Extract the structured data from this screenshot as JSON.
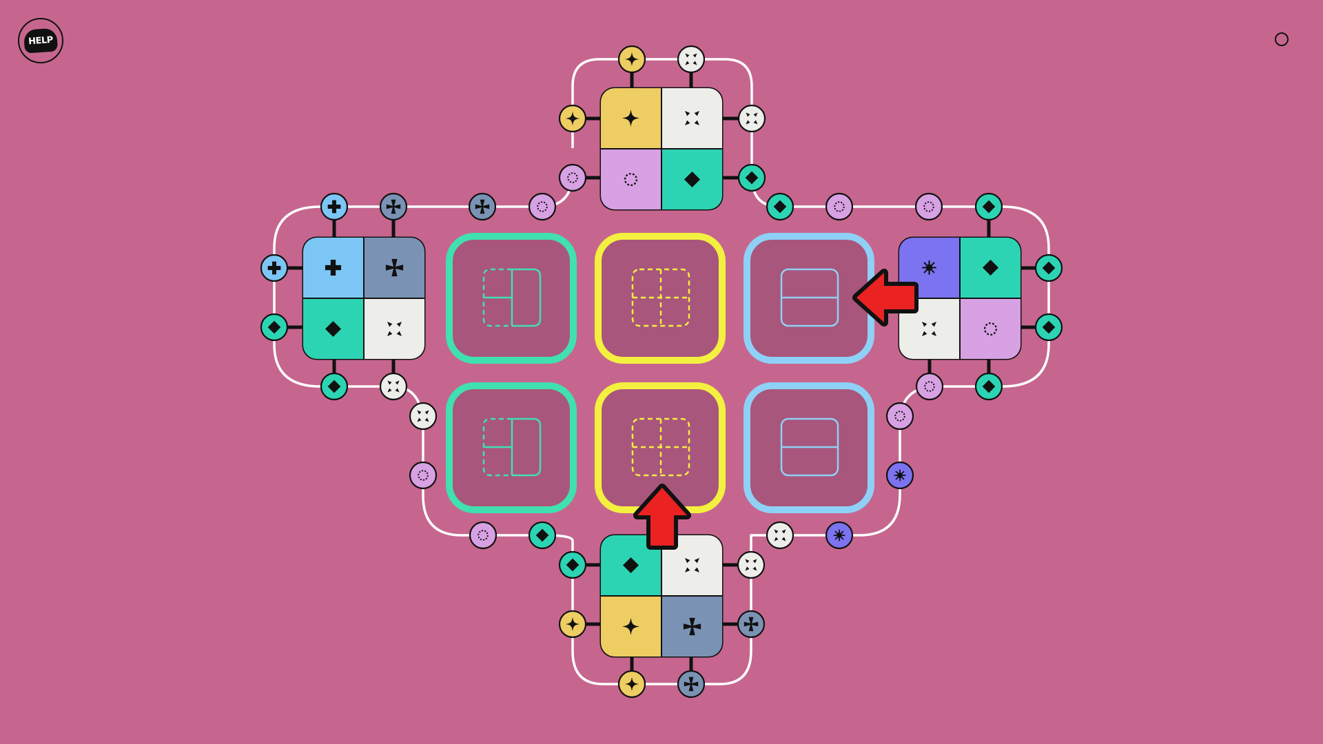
{
  "help_button": {
    "label": "HELP"
  },
  "colors": {
    "background": "#c6668e",
    "slot_fill": "#a9567c",
    "track": "#ffffff",
    "yellow": "#eecd63",
    "white": "#ededea",
    "lilac": "#d7a1e3",
    "teal": "#2cd4b3",
    "sky": "#7cc6f5",
    "steel": "#7a93b5",
    "violet": "#7b73f0",
    "arrow": "#ea2222",
    "frame_green": "#40e0b0",
    "frame_yellow": "#f4f040",
    "frame_blue": "#8fd0f6"
  },
  "symbols": {
    "sparkle": "four-point-star",
    "arrows": "inward-arrows",
    "ring": "dotted-circle",
    "diamond": "diamond",
    "plus": "bold-cross",
    "cross": "iron-cross",
    "burst": "starburst"
  },
  "pieces": [
    {
      "id": "top",
      "cells": [
        [
          "yellow",
          "sparkle"
        ],
        [
          "white",
          "arrows"
        ],
        [
          "lilac",
          "ring"
        ],
        [
          "teal",
          "diamond"
        ]
      ]
    },
    {
      "id": "left",
      "cells": [
        [
          "sky",
          "plus"
        ],
        [
          "steel",
          "cross"
        ],
        [
          "teal",
          "diamond"
        ],
        [
          "white",
          "arrows"
        ]
      ]
    },
    {
      "id": "right",
      "cells": [
        [
          "violet",
          "burst"
        ],
        [
          "teal",
          "diamond"
        ],
        [
          "white",
          "arrows"
        ],
        [
          "lilac",
          "ring"
        ]
      ]
    },
    {
      "id": "bottom",
      "cells": [
        [
          "teal",
          "diamond"
        ],
        [
          "white",
          "arrows"
        ],
        [
          "yellow",
          "sparkle"
        ],
        [
          "steel",
          "cross"
        ]
      ]
    }
  ],
  "slots": [
    {
      "row": 0,
      "col": 0,
      "frame": "frame_green",
      "pattern": "t-split"
    },
    {
      "row": 0,
      "col": 1,
      "frame": "frame_yellow",
      "pattern": "quad-dashed"
    },
    {
      "row": 0,
      "col": 2,
      "frame": "frame_blue",
      "pattern": "half"
    },
    {
      "row": 1,
      "col": 0,
      "frame": "frame_green",
      "pattern": "t-split"
    },
    {
      "row": 1,
      "col": 1,
      "frame": "frame_yellow",
      "pattern": "quad-dashed"
    },
    {
      "row": 1,
      "col": 2,
      "frame": "frame_blue",
      "pattern": "half"
    }
  ],
  "arrows": [
    {
      "direction": "left",
      "target": "slot-top-right"
    },
    {
      "direction": "up",
      "target": "slot-bottom-middle"
    }
  ],
  "track_tokens": [
    [
      "yellow",
      "sparkle"
    ],
    [
      "white",
      "arrows"
    ],
    [
      "yellow",
      "sparkle"
    ],
    [
      "white",
      "arrows"
    ],
    [
      "lilac",
      "ring"
    ],
    [
      "teal",
      "diamond"
    ],
    [
      "steel",
      "cross"
    ],
    [
      "lilac",
      "ring"
    ],
    [
      "teal",
      "diamond"
    ],
    [
      "lilac",
      "ring"
    ],
    [
      "sky",
      "plus"
    ],
    [
      "steel",
      "cross"
    ],
    [
      "sky",
      "plus"
    ],
    [
      "teal",
      "diamond"
    ],
    [
      "teal",
      "diamond"
    ],
    [
      "white",
      "arrows"
    ],
    [
      "white",
      "arrows"
    ],
    [
      "lilac",
      "ring"
    ],
    [
      "lilac",
      "ring"
    ],
    [
      "teal",
      "diamond"
    ],
    [
      "teal",
      "diamond"
    ],
    [
      "teal",
      "diamond"
    ],
    [
      "lilac",
      "ring"
    ],
    [
      "teal",
      "diamond"
    ],
    [
      "lilac",
      "ring"
    ],
    [
      "violet",
      "burst"
    ],
    [
      "lilac",
      "ring"
    ],
    [
      "teal",
      "diamond"
    ],
    [
      "white",
      "arrows"
    ],
    [
      "violet",
      "burst"
    ],
    [
      "teal",
      "diamond"
    ],
    [
      "white",
      "arrows"
    ],
    [
      "yellow",
      "sparkle"
    ],
    [
      "steel",
      "cross"
    ],
    [
      "yellow",
      "sparkle"
    ],
    [
      "steel",
      "cross"
    ]
  ]
}
